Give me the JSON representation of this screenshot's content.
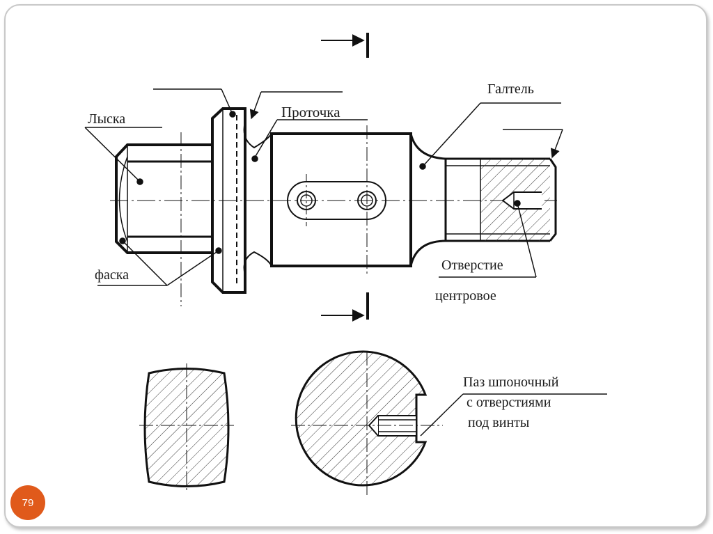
{
  "labels": {
    "lyska": "Лыска",
    "faska": "фаска",
    "protochka": "Проточка",
    "galtel": "Галтель",
    "otverstie_line1": "Отверстие",
    "otverstie_line2": "центровое",
    "paz_line1": "Паз шпоночный",
    "paz_line2": "с отверстиями",
    "paz_line3": "под винты"
  },
  "page_number": "79",
  "colors": {
    "badge": "#e05a1b",
    "ink": "#111111",
    "frame": "#c8c8c8"
  }
}
